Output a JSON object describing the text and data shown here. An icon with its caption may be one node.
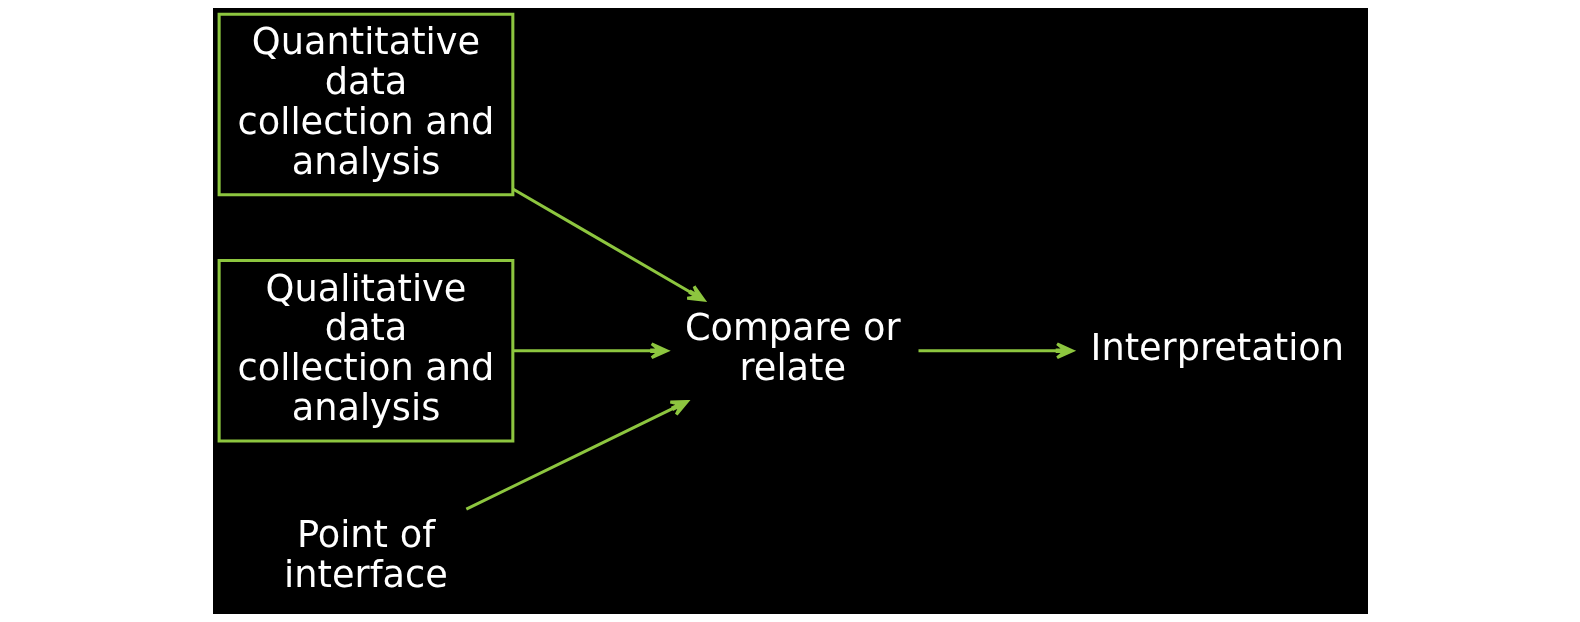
{
  "diagram": {
    "nodes": [
      {
        "text": [
          "Quantitative data collection and analysis"
        ]
      },
      {
        "text": [
          "Qualitative data collection and analysis"
        ]
      },
      {
        "text": [
          "Compare or relate"
        ]
      },
      {
        "text": [
          "Interpretation"
        ]
      },
      {
        "text": [
          "Point of interface"
        ]
      }
    ],
    "edges": [
      {
        "from": 0,
        "to": 2,
        "arrow": "to"
      },
      {
        "from": 1,
        "to": 2,
        "arrow": "to"
      },
      {
        "from": 2,
        "to": 3,
        "arrow": "to"
      },
      {
        "from": 4,
        "to": 2,
        "arrow": "to"
      }
    ]
  }
}
